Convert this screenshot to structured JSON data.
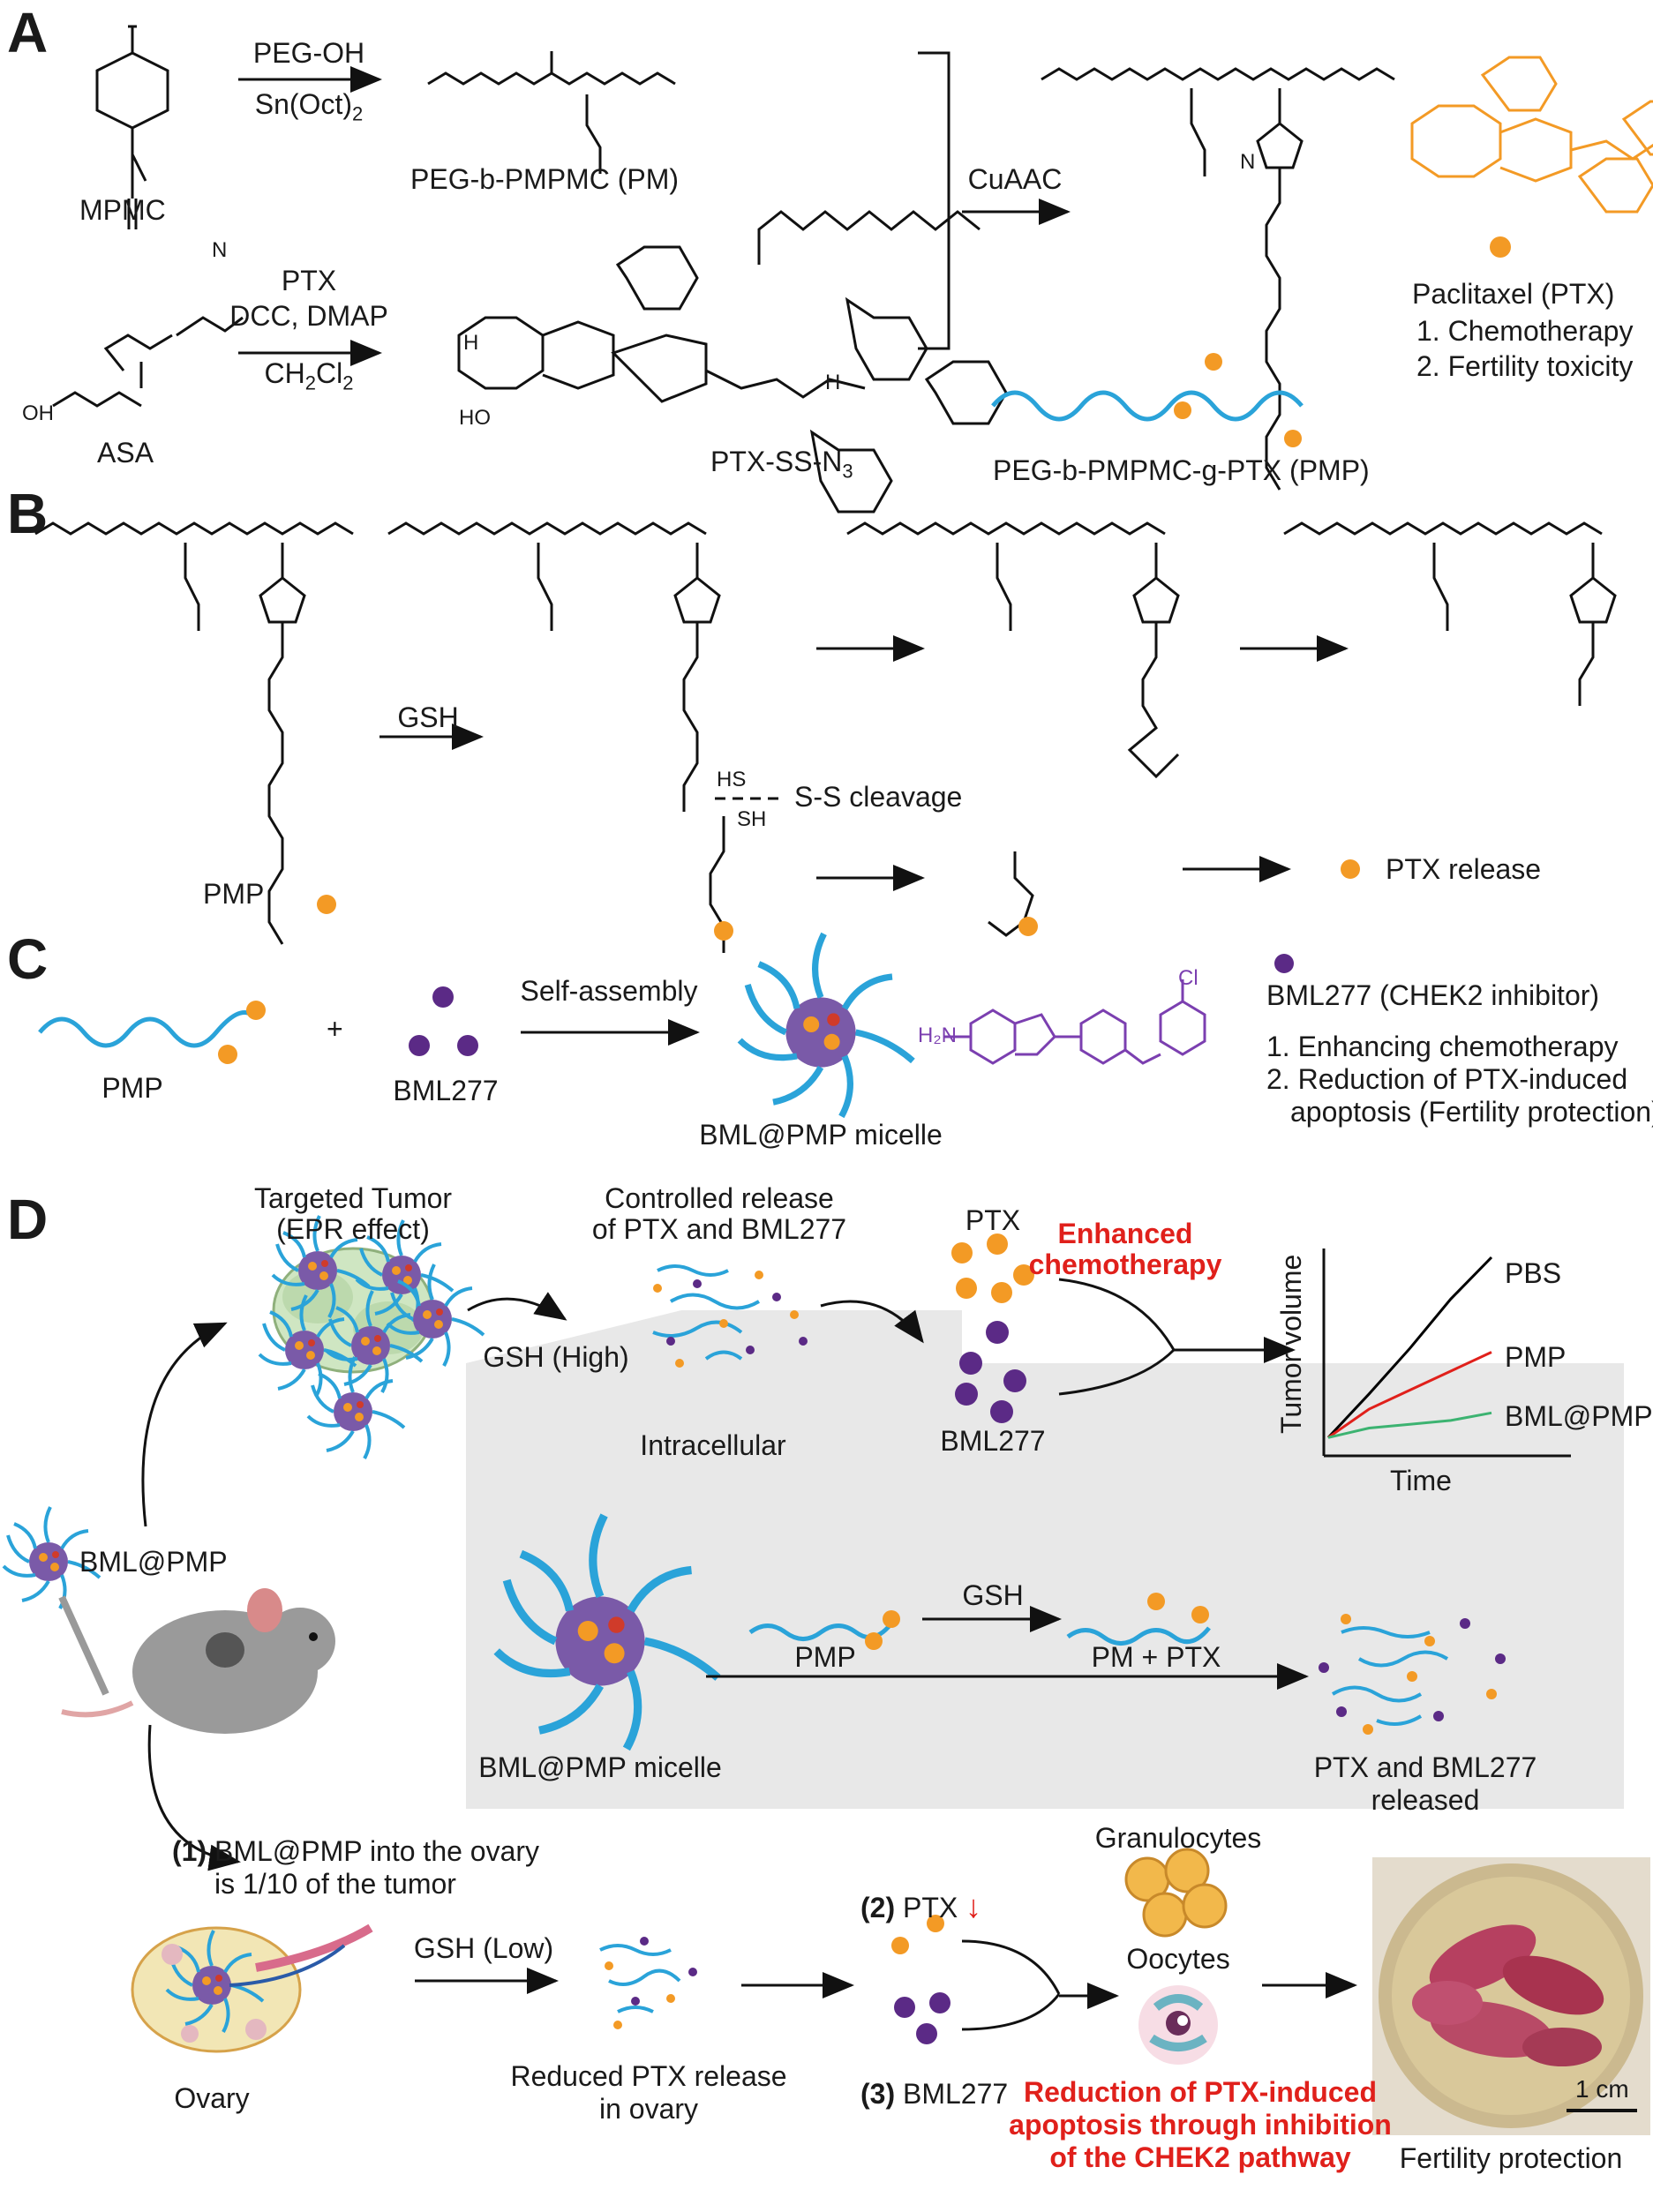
{
  "panels": {
    "a": "A",
    "b": "B",
    "c": "C",
    "d": "D"
  },
  "panel_a": {
    "mpmc": "MPMC",
    "step1_top": "PEG-OH",
    "step1_bottom": "Sn(Oct)",
    "step1_sub": "2",
    "pm_label": "PEG-b-PMPMC (PM)",
    "asa": "ASA",
    "step2_a": "PTX",
    "step2_b": "DCC, DMAP",
    "step2_c": "CH",
    "step2_c_sub": "2",
    "step2_c2": "Cl",
    "step2_c_sub2": "2",
    "ptx_ss_n3": "PTX-SS-N",
    "ptx_ss_n3_sub": "3",
    "cuaac": "CuAAC",
    "pmp_label": "PEG-b-PMPMC-g-PTX (PMP)",
    "paclitaxel": "Paclitaxel (PTX)",
    "pac_1": "1. Chemotherapy",
    "pac_2": "2. Fertility toxicity",
    "chem_oh": "OH",
    "chem_n3": "N",
    "chem_ho": "HO",
    "chem_h": "H",
    "chem_nh": "H",
    "chem_n": "N"
  },
  "panel_b": {
    "gsh": "GSH",
    "pmp": "PMP",
    "ss_cleavage": "S-S cleavage",
    "ptx_release": "PTX release",
    "sh": "SH",
    "hs": "HS"
  },
  "panel_c": {
    "pmp": "PMP",
    "plus": "+",
    "bml277": "BML277",
    "self_assembly": "Self-assembly",
    "micelle": "BML@PMP micelle",
    "bml_title": "BML277 (CHEK2 inhibitor)",
    "bml_1": "1. Enhancing chemotherapy",
    "bml_2a": "2. Reduction of PTX-induced",
    "bml_2b": "apoptosis  (Fertility protection)",
    "h2n": "H₂N",
    "cl": "Cl"
  },
  "panel_d": {
    "targeted_1": "Targeted Tumor",
    "targeted_2": "(EPR effect)",
    "controlled_1": "Controlled release",
    "controlled_2": "of PTX and BML277",
    "gsh_high": "GSH (High)",
    "ptx": "PTX",
    "bml277": "BML277",
    "enhanced_1": "Enhanced",
    "enhanced_2": "chemotherapy",
    "tumor_volume": "Tumor volume",
    "time": "Time",
    "intracellular": "Intracellular",
    "bml_pmp": "BML@PMP",
    "pmp": "PMP",
    "gsh": "GSH",
    "pm_ptx": "PM + PTX",
    "micelle": "BML@PMP micelle",
    "released_1": "PTX and BML277",
    "released_2": "released",
    "step1_num": "(1)",
    "step1_a": "BML@PMP into the ovary",
    "step1_b": "is 1/10 of the tumor",
    "gsh_low": "GSH (Low)",
    "ovary": "Ovary",
    "reduced_1": "Reduced PTX release",
    "reduced_2": "in ovary",
    "step2_num": "(2)",
    "step2_ptx": "PTX",
    "down_arrow": "↓",
    "step3_num": "(3)",
    "step3_bml": "BML277",
    "granulocytes": "Granulocytes",
    "oocytes": "Oocytes",
    "reduction_1": "Reduction of PTX-induced",
    "reduction_2": "apoptosis through inhibition",
    "reduction_3": "of the CHEK2 pathway",
    "scale": "1 cm",
    "fertility": "Fertility protection"
  },
  "chart_data": {
    "type": "line",
    "xlabel": "Time",
    "ylabel": "Tumor volume",
    "series": [
      {
        "name": "PBS",
        "color": "#000000",
        "values": [
          0.05,
          0.28,
          0.52,
          0.78,
          1.0
        ]
      },
      {
        "name": "PMP",
        "color": "#e0201b",
        "values": [
          0.05,
          0.2,
          0.3,
          0.4,
          0.5
        ]
      },
      {
        "name": "BML@PMP",
        "color": "#3cb371",
        "values": [
          0.05,
          0.1,
          0.12,
          0.14,
          0.18
        ]
      }
    ]
  },
  "colors": {
    "peg_blue": "#2aa3d9",
    "ptx_orange": "#f39a25",
    "bml_purple": "#5b2a86",
    "chem_orange": "#f39a25",
    "chem_purple": "#7b3fb0",
    "red": "#e0201b",
    "gray_box": "#e6e6e6"
  }
}
